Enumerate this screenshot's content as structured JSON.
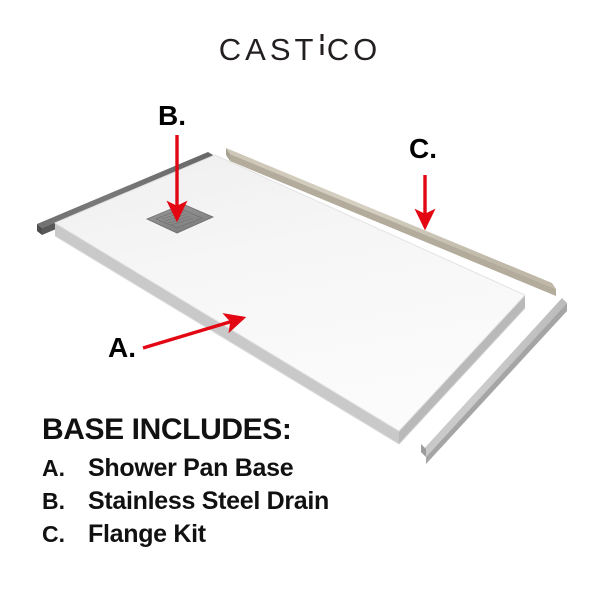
{
  "brand": {
    "name": "CASTICO",
    "part_1": "CAST",
    "part_i": "I",
    "part_2": "CO"
  },
  "callouts": [
    {
      "id": "a",
      "label": "A.",
      "target": "shower-pan-base"
    },
    {
      "id": "b",
      "label": "B.",
      "target": "stainless-steel-drain"
    },
    {
      "id": "c",
      "label": "C.",
      "target": "flange-kit"
    }
  ],
  "legend": {
    "title": "BASE INCLUDES:",
    "items": [
      {
        "key": "A.",
        "label": "Shower Pan Base"
      },
      {
        "key": "B.",
        "label": "Stainless Steel Drain"
      },
      {
        "key": "C.",
        "label": "Flange Kit"
      }
    ]
  },
  "diagram": {
    "parts": [
      {
        "name": "shower-pan-base",
        "color": "#f2f2f2"
      },
      {
        "name": "pan-edge",
        "color": "#c6c6c6"
      },
      {
        "name": "stainless-steel-drain",
        "color": "#8a8a8a"
      },
      {
        "name": "dark-flange-strip",
        "color": "#6e6e6e"
      },
      {
        "name": "tan-flange-strip",
        "color": "#c9c2b3"
      },
      {
        "name": "gray-flange-strip",
        "color": "#b8b8b8"
      }
    ],
    "arrow_color": "#e30613",
    "background_color": "#ffffff"
  }
}
